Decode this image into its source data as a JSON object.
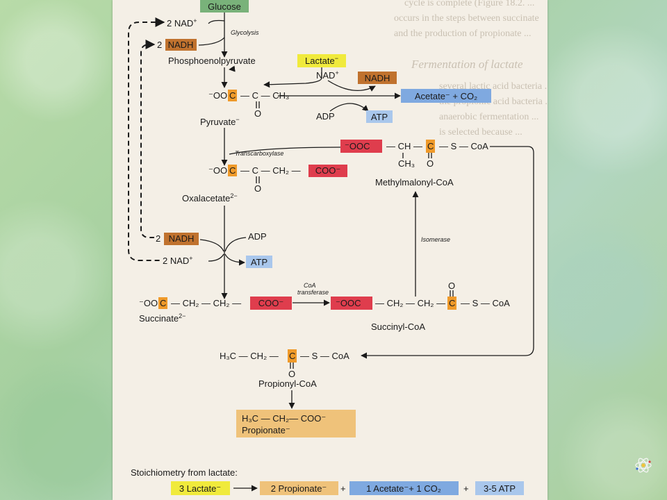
{
  "colors": {
    "green_box": "#79b27a",
    "yellow_box": "#f0ea3c",
    "brown_box": "#c0722e",
    "orange_box": "#ef9a2a",
    "blue_box": "#7fa9e0",
    "red_box": "#df3d4d",
    "tan_box": "#efc27a",
    "light_blue_box": "#a9c7ec"
  },
  "ghost_text": [
    "cycle is complete (Figure 18.2. ...",
    "occurs in the steps between succinate",
    "and the production of propionate ...",
    "Fermentation of lactate",
    "several lactic acid bacteria ...",
    "the propionic acid bacteria ...",
    "anaerobic fermentation ...",
    "is selected because ..."
  ],
  "diagram": {
    "glucose": "Glucose",
    "glycolysis": "Glycolysis",
    "nad_top": "2 NAD",
    "nad_top_sup": "+",
    "nadh_top_num": "2",
    "nadh_top": "NADH",
    "pep": "Phosphoenolpyruvate",
    "lactate": "Lactate",
    "lactate_sup": "−",
    "nad_right": "NAD",
    "nad_right_sup": "+",
    "nadh_right": "NADH",
    "acetate_co2": "Acetate⁻ + CO₂",
    "adp_right": "ADP",
    "atp_right": "ATP",
    "pyruvate_formula": [
      "⁻OO",
      "C",
      "— C — CH₃"
    ],
    "pyruvate_o": "O",
    "pyruvate": "Pyruvate",
    "pyruvate_sup": "−",
    "transcarboxylase": "Transcarboxylase",
    "methylmalonyl_formula": [
      "⁻OOC",
      "— CH —",
      "C",
      "— S — CoA"
    ],
    "methylmalonyl_ch3": "CH₃",
    "methylmalonyl_o": "O",
    "methylmalonyl": "Methylmalonyl-CoA",
    "oxalacetate_formula": [
      "⁻OO",
      "C",
      "— C — CH₂ —",
      "COO⁻"
    ],
    "oxalacetate_o": "O",
    "oxalacetate": "Oxalacetate",
    "oxalacetate_sup": "2−",
    "isomerase": "Isomerase",
    "nadh_mid_num": "2",
    "nadh_mid": "NADH",
    "adp_mid": "ADP",
    "nad_mid": "2 NAD",
    "nad_mid_sup": "+",
    "atp_mid": "ATP",
    "succinate_formula": [
      "⁻OO",
      "C",
      "— CH₂ — CH₂ —",
      "COO⁻"
    ],
    "succinate": "Succinate",
    "succinate_sup": "2−",
    "coa_transferase_1": "CoA",
    "coa_transferase_2": "transferase",
    "succinylcoa_formula": [
      "⁻OOC",
      "— CH₂ — CH₂ —",
      "C",
      "— S — CoA"
    ],
    "succinylcoa_o": "O",
    "succinylcoa": "Succinyl-CoA",
    "propionylcoa_formula": [
      "H₃C — CH₂ —",
      "C",
      "— S — CoA"
    ],
    "propionylcoa_o": "O",
    "propionylcoa": "Propionyl-CoA",
    "propionate_formula": "H₃C — CH₂— COO⁻",
    "propionate": "Propionate⁻",
    "stoich_title": "Stoichiometry from lactate:",
    "stoich_lactate": "3 Lactate⁻",
    "stoich_propionate": "2 Propionate⁻",
    "stoich_plus1": "+",
    "stoich_acetate": "1 Acetate⁻+ 1 CO₂",
    "stoich_plus2": "+",
    "stoich_atp": "3-5 ATP"
  }
}
